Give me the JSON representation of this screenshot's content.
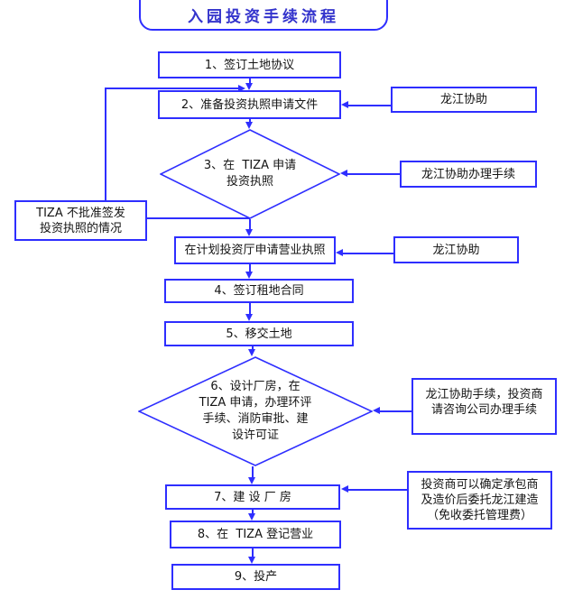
{
  "colors": {
    "line_blue": "#2e2eff",
    "title_blue": "#3333cc",
    "text_dark": "#141414"
  },
  "title": "入园投资手续流程",
  "nodes": {
    "step1": {
      "label": "1、签订土地协议"
    },
    "step2": {
      "label": "2、准备投资执照申请文件"
    },
    "assist_prep": {
      "label": "龙江协助"
    },
    "step3": {
      "lines": [
        "3、在  TIZA 申请",
        "投资执照"
      ]
    },
    "assist_step3": {
      "label": "龙江协助办理手续"
    },
    "reject_case": {
      "lines": [
        "TIZA 不批准签发",
        "投资执照的情况"
      ]
    },
    "business_license": {
      "label": "在计划投资厅申请营业执照"
    },
    "assist_business": {
      "label": "龙江协助"
    },
    "step4": {
      "label": "4、签订租地合同"
    },
    "step5": {
      "label": "5、移交土地"
    },
    "step6": {
      "lines": [
        "6、设计厂房，在",
        "TIZA 申请，办理环评",
        "手续、消防审批、建",
        "设许可证"
      ]
    },
    "assist_step6": {
      "lines": [
        "龙江协助手续，投资商",
        "请咨询公司办理手续"
      ]
    },
    "step7": {
      "label": "7、建 设 厂 房"
    },
    "contractor_note": {
      "lines": [
        "投资商可以确定承包商",
        "及造价后委托龙江建造",
        "（免收委托管理费）"
      ]
    },
    "step8": {
      "label": "8、在  TIZA 登记营业"
    },
    "step9": {
      "label": "9、投产"
    }
  }
}
